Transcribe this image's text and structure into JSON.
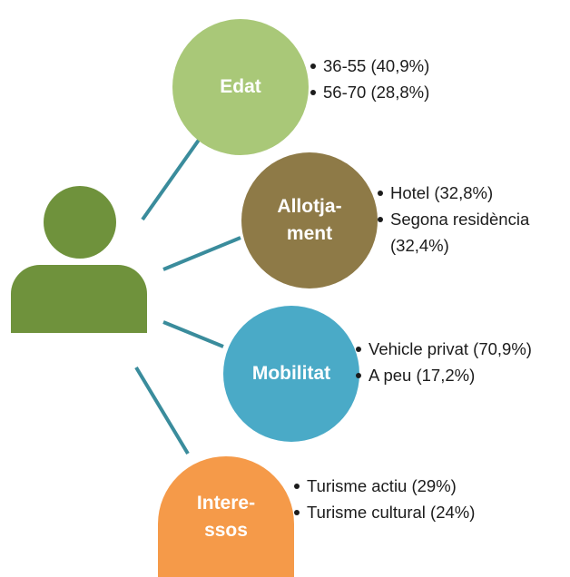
{
  "colors": {
    "person": "#6f923c",
    "edat": "#a9c878",
    "allotjament": "#8e7a47",
    "mobilitat": "#4aaac7",
    "interessos": "#f59a49",
    "connector": "#3a8c9c"
  },
  "nodes": [
    {
      "id": "edat",
      "label": "Edat",
      "items": [
        "36-55 (40,9%)",
        "56-70 (28,8%)"
      ]
    },
    {
      "id": "allotjament",
      "label": "Allotja-\nment",
      "items": [
        "Hotel (32,8%)",
        "Segona residència (32,4%)"
      ]
    },
    {
      "id": "mobilitat",
      "label": "Mobilitat",
      "items": [
        "Vehicle privat (70,9%)",
        "A peu (17,2%)"
      ]
    },
    {
      "id": "interessos",
      "label": "Intere-\nssos",
      "items": [
        "Turisme actiu (29%)",
        "Turisme cultural (24%)"
      ]
    }
  ]
}
